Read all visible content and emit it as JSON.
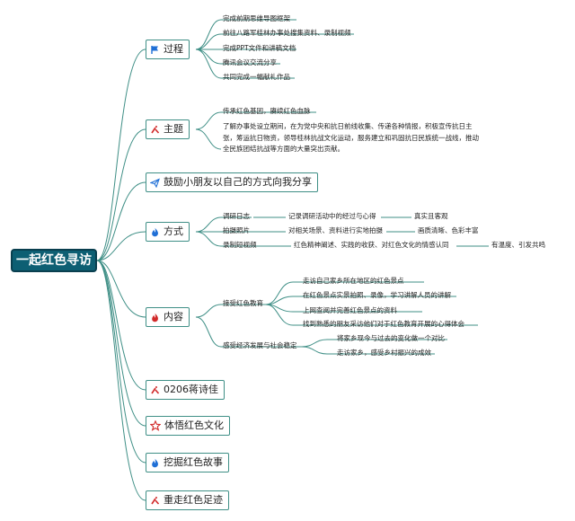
{
  "root": {
    "label": "一起红色寻访"
  },
  "branches": [
    {
      "label": "过程",
      "icon": "flag-icon",
      "items": [
        "完成前期思维导图框架",
        "前往八路军桂林办事处搜集资料、录制视频",
        "完成PPT文件和讲稿文档",
        "腾讯会议交流分享",
        "共同完成一幅献礼作品"
      ]
    },
    {
      "label": "主题",
      "icon": "bookmark-icon",
      "items": [
        "传承红色基因，赓续红色血脉",
        "了解办事处设立期间，在为党中央和抗日前线收集、传递各种情报，积极宣传抗日主张，筹运抗日物资，领导桂林抗战文化运动，服务建立和巩固抗日民族统一战线，推动全民族团结抗战等方面的大量突出贡献。"
      ]
    },
    {
      "label": "鼓励小朋友以自己的方式向我分享",
      "icon": "paper-plane-icon"
    },
    {
      "label": "方式",
      "icon": "flame-icon",
      "rows": [
        [
          "调研日志",
          "记录调研活动中的经过与心得",
          "真实且客观"
        ],
        [
          "拍摄照片",
          "对相关场景、资料进行实地拍摄",
          "画质清晰、色彩丰富"
        ],
        [
          "录制短视频",
          "红色精神阐述、实践的收获、对红色文化的情感认同",
          "有温度、引发共鸣"
        ]
      ]
    },
    {
      "label": "内容",
      "icon": "fire-icon",
      "groups": [
        {
          "label": "接受红色教育",
          "items": [
            "走访自己家乡所在地区的红色景点",
            "在红色景点实景拍照、录像，学习讲解人员的讲解",
            "上网查阅并完善红色景点的资料",
            "找到熟悉的朋友采访他们对于红色教育开展的心得体会"
          ]
        },
        {
          "label": "感受经济发展与社会稳定",
          "items": [
            "将家乡现今与过去的变化做一个对比",
            "走访家乡，感受乡村振兴的成效"
          ]
        }
      ]
    },
    {
      "label": "0206蒋诗佳",
      "icon": "bookmark-icon"
    },
    {
      "label": "体悟红色文化",
      "icon": "star-icon"
    },
    {
      "label": "挖掘红色故事",
      "icon": "flame-icon"
    },
    {
      "label": "重走红色足迹",
      "icon": "bookmark-icon"
    }
  ],
  "colors": {
    "root_fill": "#0d5f73",
    "line": "#3f8f86",
    "accent_red": "#d12a2a",
    "accent_blue": "#1f6fd6"
  }
}
